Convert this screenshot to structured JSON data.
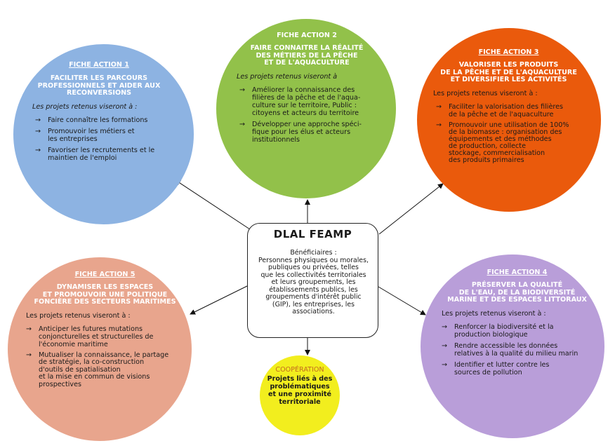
{
  "center": {
    "title": "DLAL FEAMP",
    "text": "Bénéficiaires :\nPersonnes physiques ou morales,\npubliques ou privées, telles\nque les collectivités territoriales\net leurs groupements, les\nétablissements publics, les\ngroupements d'intérêt public\n(GIP), les entreprises, les\nassociations."
  },
  "actions": [
    {
      "label": "FICHE ACTION 1",
      "title": "FACILITER LES PARCOURS\nPROFESSIONNELS ET AIDER AUX\nRECONVERSIONS",
      "intro": "Les projets retenus viseront à :",
      "items": [
        "Faire connaître les formations",
        "Promouvoir les métiers et\nles entreprises",
        "Favoriser les recrutements et le\nmaintien de l'emploi"
      ]
    },
    {
      "label": "FICHE ACTION 2",
      "title": "FAIRE CONNAITRE LA RÉALITÉ\nDES MÉTIERS DE LA PÊCHE\nET DE L'AQUACULTURE",
      "intro": "Les projets retenus viseront à",
      "items": [
        "Améliorer la connaissance des\nfilières de la pêche et de l'aqua-\nculture sur le territoire, Public :\ncitoyens et acteurs du territoire",
        "Développer une approche spéci-\nfique pour les élus et acteurs\ninstitutionnels"
      ]
    },
    {
      "label": "FICHE ACTION 3",
      "title": "VALORISER LES PRODUITS\nDE LA PÊCHE ET DE L'AQUACULTURE\nET DIVERSIFIER LES ACTIVITÉS",
      "intro": "Les projets retenus viseront à :",
      "items": [
        "Faciliter la valorisation des filières\nde la pêche et de l'aquaculture",
        "Promouvoir une utilisation de 100%\nde la biomasse : organisation des\néquipements et des méthodes\nde production, collecte\nstockage, commercialisation\n des produits primaires"
      ]
    },
    {
      "label": "FICHE ACTION 4",
      "title": "PRÉSERVER LA QUALITÉ\nDE L'EAU, DE LA BIODIVERSITÉ\nMARINE ET DES ESPACES LITTORAUX",
      "intro": "Les projets retenus viseront à :",
      "items": [
        "Renforcer la biodiversité et la\nproduction biologique",
        "Rendre accessible les données\nrelatives à la qualité du milieu marin",
        "Identifier et lutter contre les\nsources de pollution"
      ]
    },
    {
      "label": "FICHE ACTION 5",
      "title": "DYNAMISER LES ESPACES\nET PROMOUVOIR UNE POLITIQUE\nFONCIÈRE DES SECTEURS MARITIMES",
      "intro": "Les projets retenus viseront à :",
      "items": [
        "Anticiper  les futures mutations\nconjoncturelles et structurelles de\nl'économie maritime",
        "Mutualiser la connaissance, le partage\nde stratégie, la co-construction\nd'outils de spatialisation\n et la mise en commun de visions\n prospectives"
      ]
    }
  ],
  "cooperation": {
    "label": "COOPÉRATION",
    "text": "Projets liés à des\nproblématiques\net une proximité\nterritoriale"
  },
  "arrow_glyph": "→",
  "colors": {
    "action1": "#8db3e2",
    "action2": "#92c14a",
    "action3": "#ea5a0c",
    "action4": "#b99ed9",
    "action5": "#e8a58d",
    "cooperation": "#f2ee1e"
  }
}
